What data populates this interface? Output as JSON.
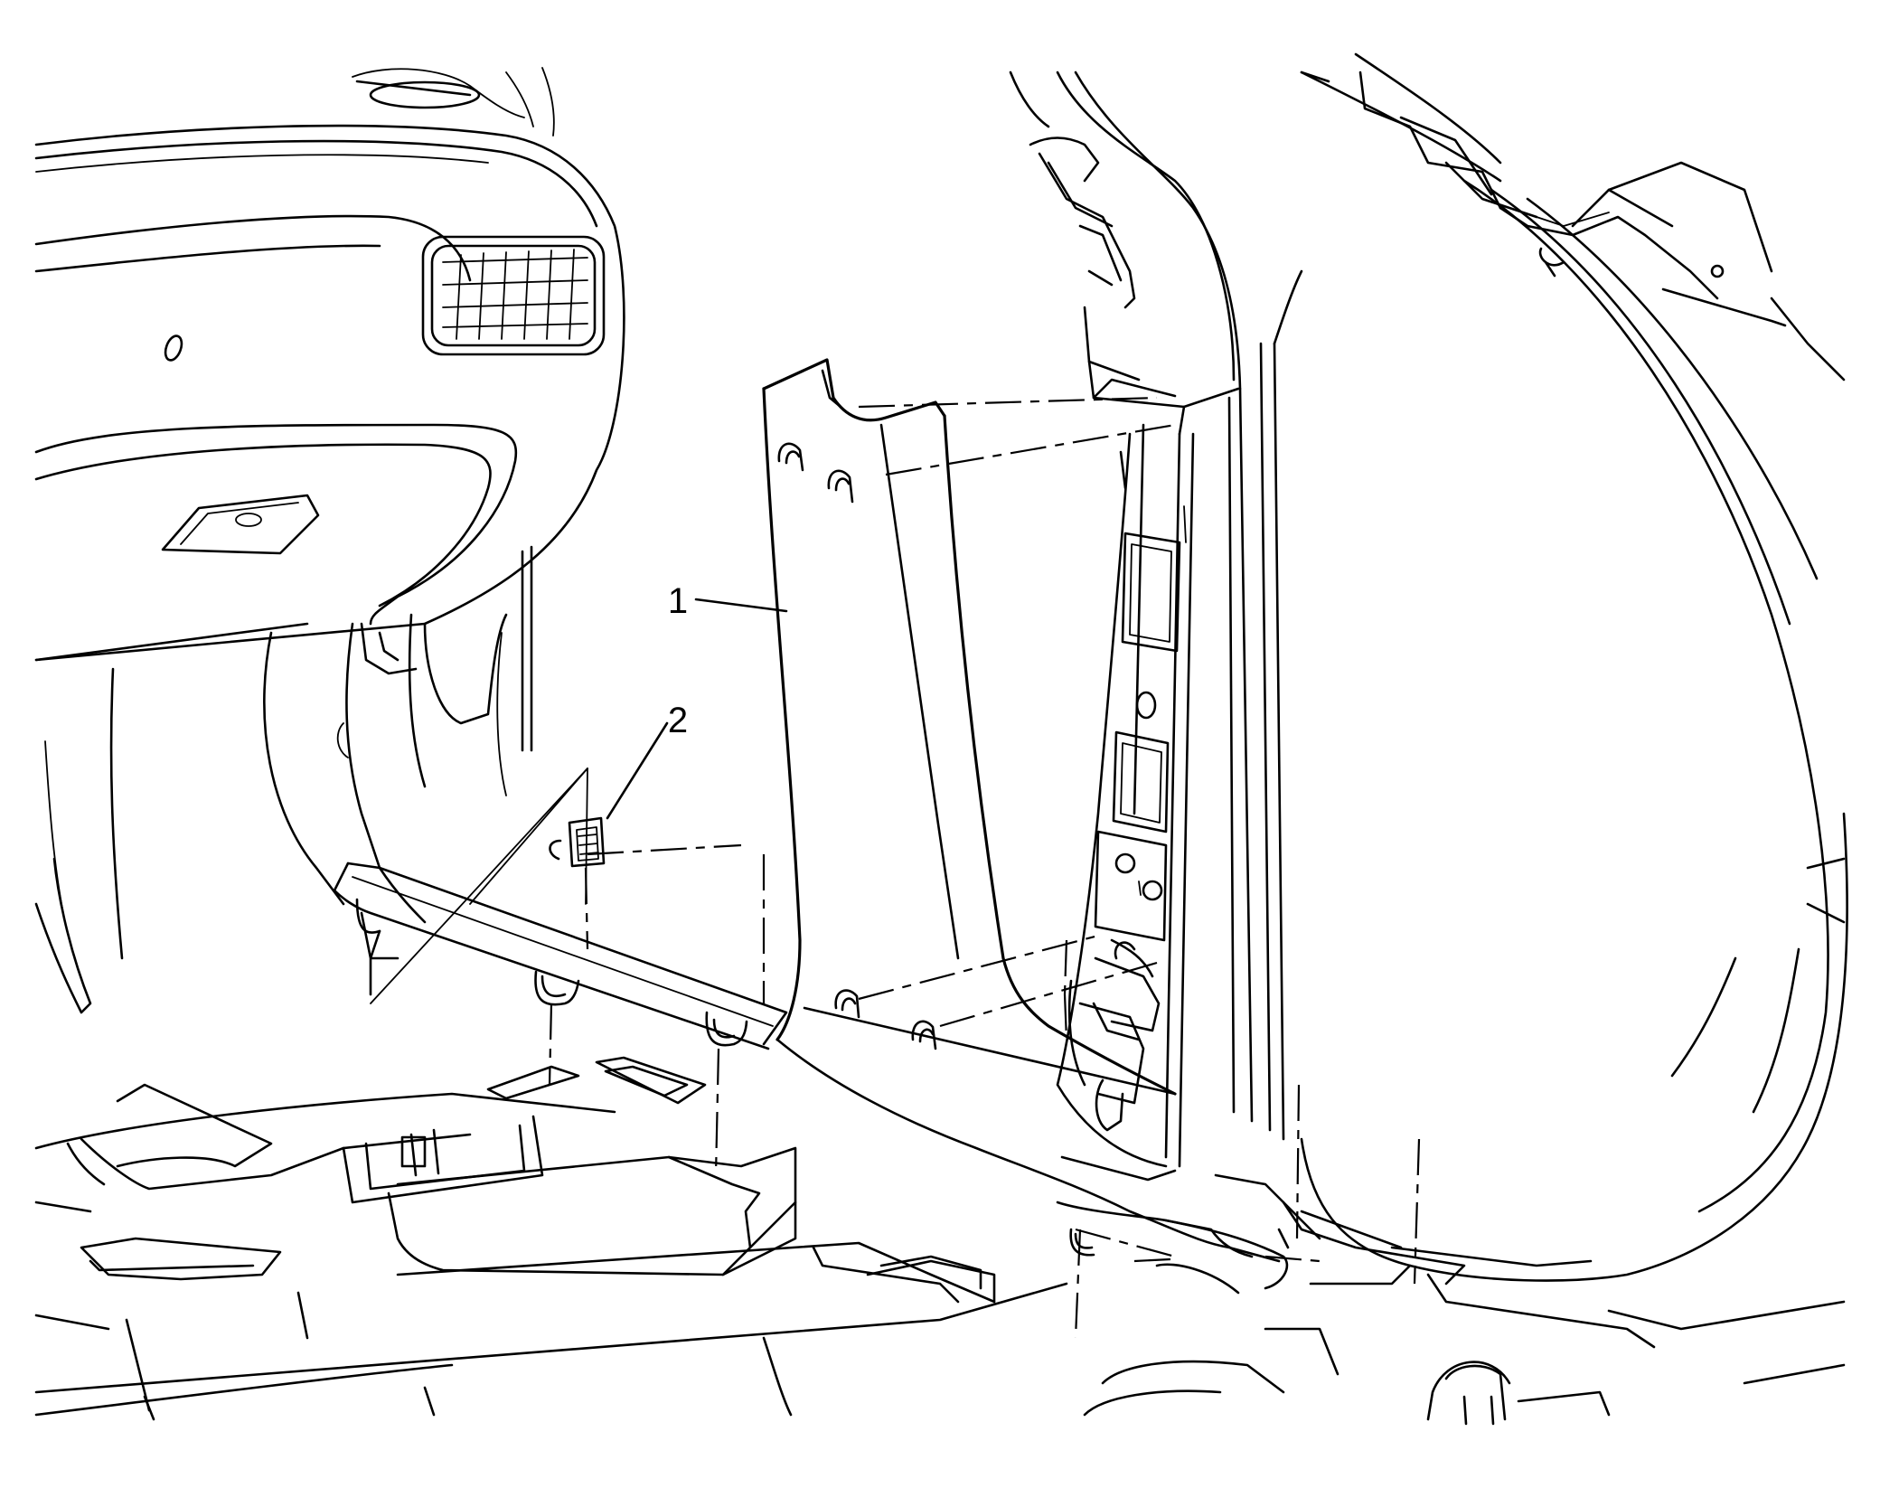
{
  "callouts": [
    {
      "number": "1",
      "part": "trim-panel"
    },
    {
      "number": "2",
      "part": "retainer-clip"
    }
  ],
  "colors": {
    "line": "#000000",
    "background": "#ffffff"
  }
}
